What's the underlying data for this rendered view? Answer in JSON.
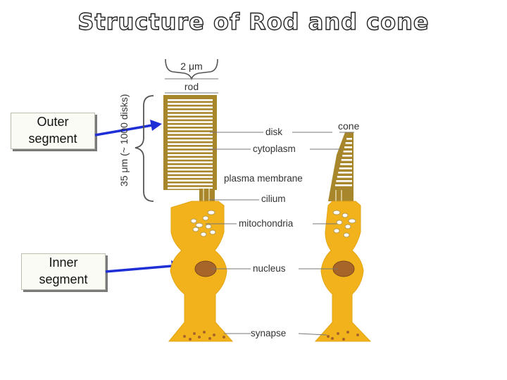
{
  "title": "Structure of Rod and cone",
  "callouts": {
    "outer": [
      "Outer",
      "segment"
    ],
    "inner": [
      "Inner",
      "segment"
    ]
  },
  "diagram": {
    "width_label": "2 μm",
    "rod_label": "rod",
    "cone_label": "cone",
    "length_label": "35 μm (~ 1000 disks)",
    "labels": {
      "disk": "disk",
      "cytoplasm": "cytoplasm",
      "plasma_membrane": "plasma membrane",
      "cilium": "cilium",
      "mitochondria": "mitochondria",
      "nucleus": "nucleus",
      "synapse": "synapse"
    }
  },
  "colors": {
    "outer_segment": "#a8862c",
    "inner_segment": "#f2b21c",
    "nucleus": "#a8652a",
    "arrow": "#1f2fd6"
  }
}
